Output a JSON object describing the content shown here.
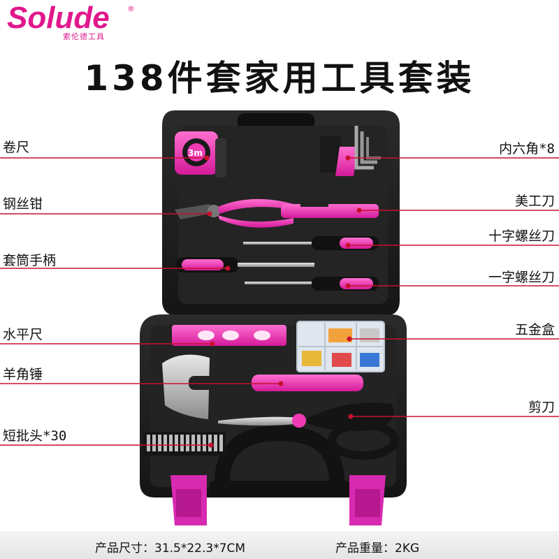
{
  "brand": {
    "name": "Solude",
    "registered": "®",
    "chinese": "索伦德工具"
  },
  "title": "138件套家用工具套装",
  "labels": {
    "tape_measure": "卷尺",
    "pliers": "钢丝钳",
    "socket_handle": "套筒手柄",
    "spirit_level": "水平尺",
    "claw_hammer": "羊角锤",
    "short_bits": "短批头*30",
    "hex_keys": "内六角*8",
    "utility_knife": "美工刀",
    "phillips_screwdriver": "十字螺丝刀",
    "flat_screwdriver": "一字螺丝刀",
    "hardware_box": "五金盒",
    "scissors": "剪刀"
  },
  "tape_marking": "3m",
  "footer": {
    "size": "产品尺寸：31.5*22.3*7CM",
    "weight": "产品重量：2KG"
  },
  "colors": {
    "accent": "#e0188c",
    "tool_pink": "#f03bb4",
    "case": "#1e1e1e",
    "line": "#c8102e"
  }
}
